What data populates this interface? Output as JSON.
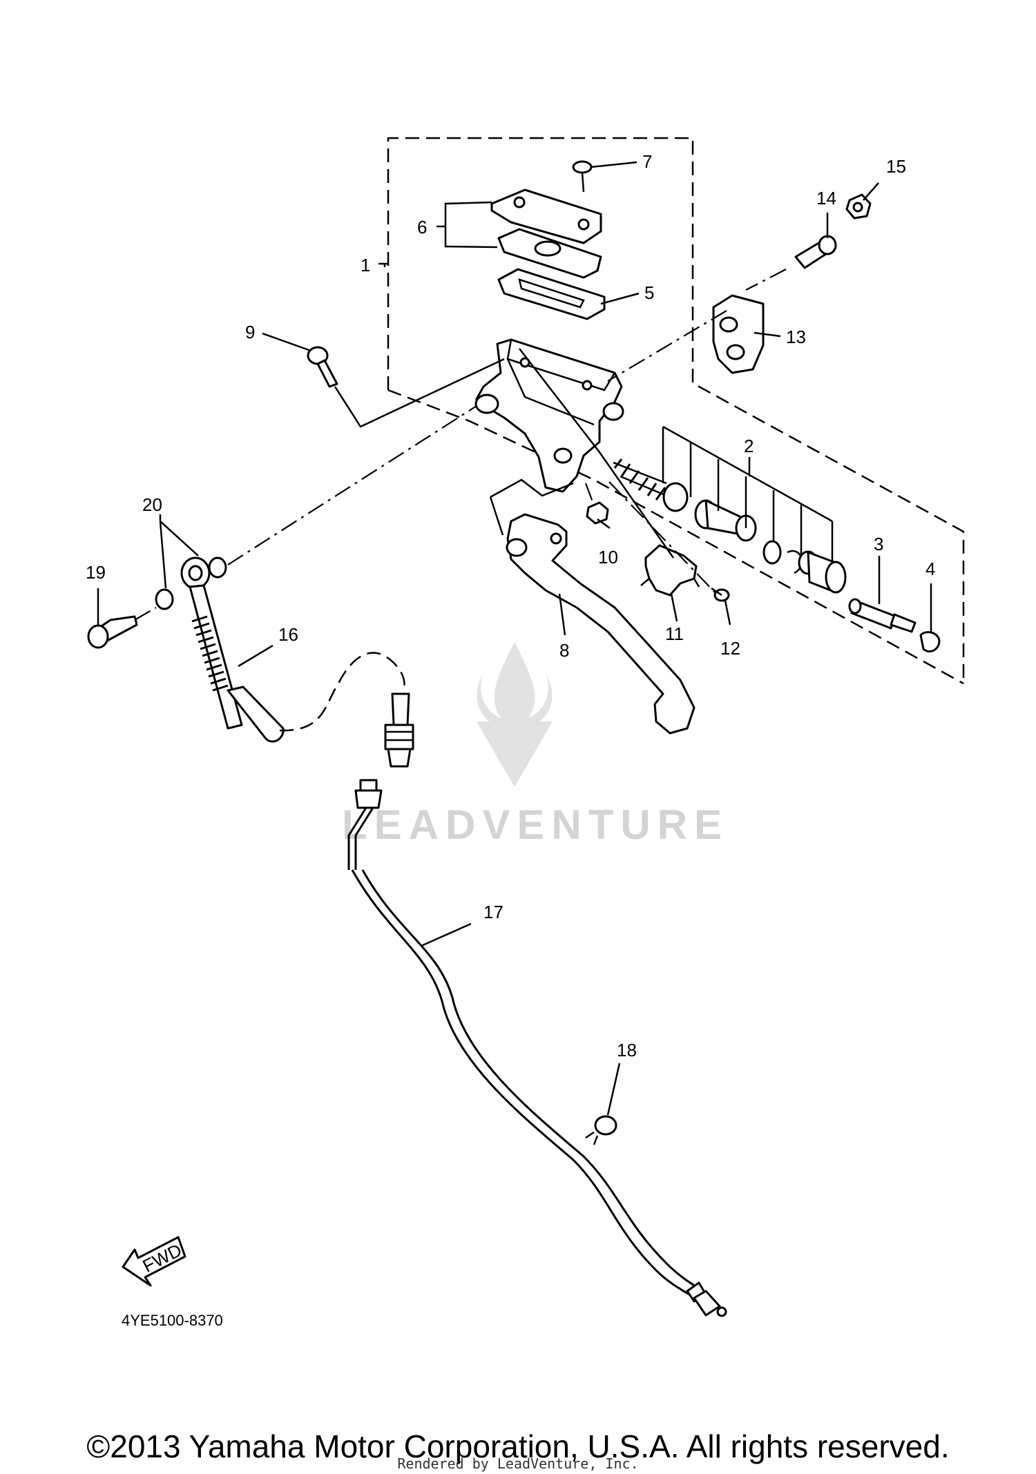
{
  "diagram": {
    "code": "4YE5100-8370",
    "fwd_label": "FWD",
    "watermark_text": "LEADVENTURE",
    "callouts": {
      "c1": "1",
      "c2": "2",
      "c3": "3",
      "c4": "4",
      "c5": "5",
      "c6": "6",
      "c7": "7",
      "c8": "8",
      "c9": "9",
      "c10": "10",
      "c11": "11",
      "c12": "12",
      "c13": "13",
      "c14": "14",
      "c15": "15",
      "c16": "16",
      "c17": "17",
      "c18": "18",
      "c19": "19",
      "c20": "20"
    }
  },
  "footer": {
    "copyright": "©2013 Yamaha Motor Corporation, U.S.A. All rights reserved.",
    "rendered_by": "Rendered by LeadVenture, Inc."
  }
}
